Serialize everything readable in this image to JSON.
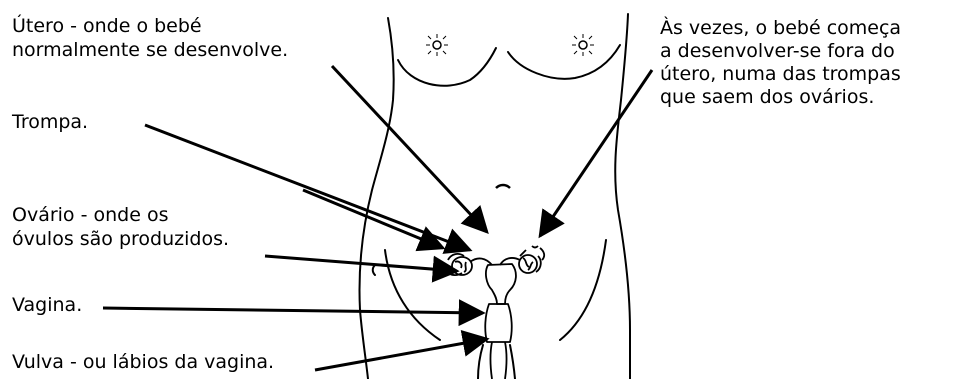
{
  "labels": {
    "utero": [
      "Útero - onde o bebé",
      "normalmente se desenvolve."
    ],
    "trompa": "Trompa.",
    "ovario": [
      "Ovário - onde os",
      "óvulos são produzidos."
    ],
    "vagina": "Vagina.",
    "vulva": "Vulva - ou lábios da vagina."
  },
  "note": [
    "Às vezes, o bebé começa",
    "a desenvolver-se fora do",
    "útero,  numa das trompas",
    "que saem dos ovários."
  ],
  "colors": {
    "ink": "#000000",
    "background": "#ffffff"
  }
}
